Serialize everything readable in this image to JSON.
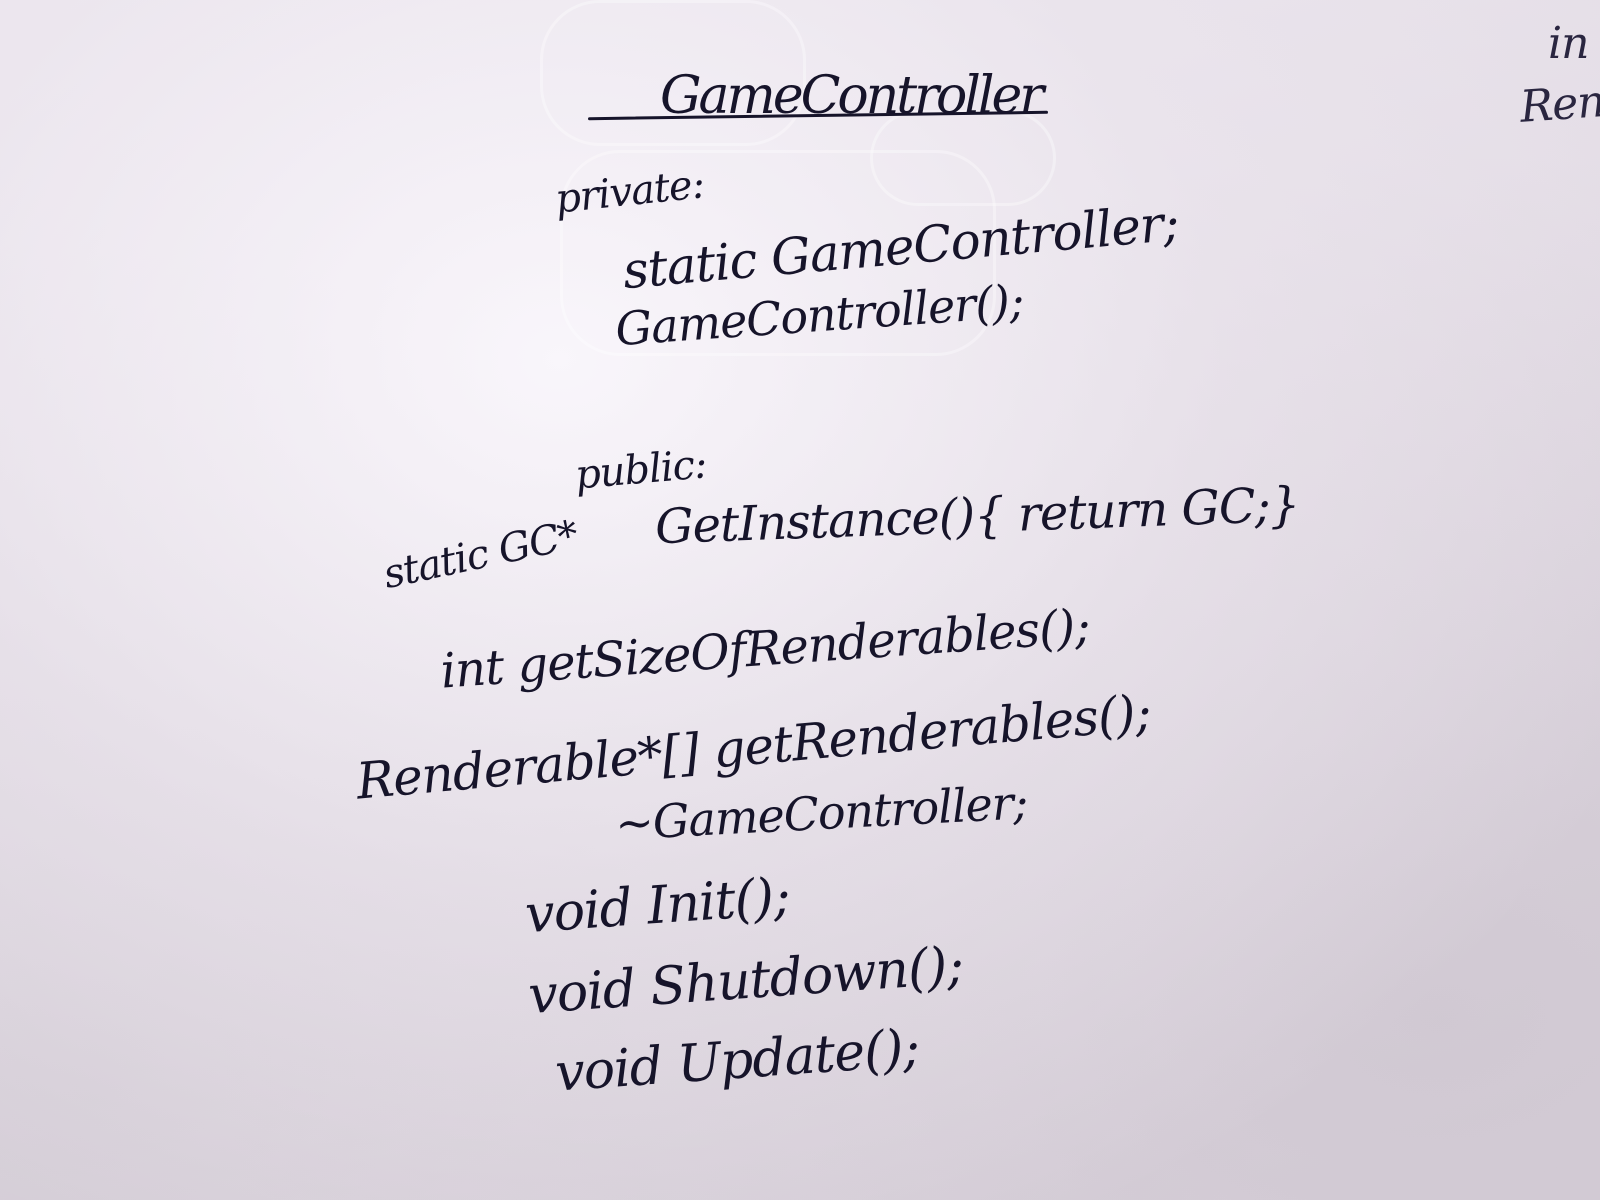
{
  "whiteboard": {
    "title": "GameController",
    "private_label": "private:",
    "private_members": [
      "static GameController;",
      "GameController();"
    ],
    "public_label": "public:",
    "public_members": [
      "static GC*",
      "GetInstance(){ return GC;}",
      "int getSizeOfRenderables();",
      "Renderable*[] getRenderables();",
      "~GameController;",
      "void Init();",
      "void Shutdown();",
      "void Update();"
    ],
    "edge_text": [
      "in",
      "Rend"
    ],
    "colors": {
      "board": "#e6e0e8",
      "ink": "#16142a"
    }
  }
}
